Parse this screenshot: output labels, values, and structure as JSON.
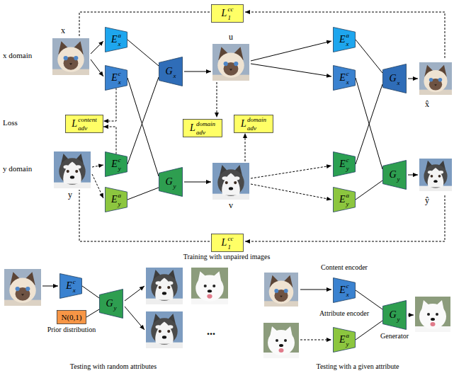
{
  "diagram": {
    "nodes": [
      {
        "text": [
          "L",
          "1",
          "cc"
        ]
      },
      {
        "text": [
          "E",
          "x",
          "a"
        ]
      },
      {
        "text": [
          "E",
          "x",
          "c"
        ]
      },
      {
        "text": [
          "G",
          "x"
        ]
      },
      {
        "text": [
          "E",
          "x",
          "a"
        ]
      },
      {
        "text": [
          "E",
          "x",
          "c"
        ]
      },
      {
        "text": [
          "G",
          "x"
        ]
      },
      {
        "text": [
          "L",
          "adv",
          "content"
        ]
      },
      {
        "text": [
          "L",
          "adv",
          "domain"
        ]
      },
      {
        "text": [
          "L",
          "adv",
          "domain"
        ]
      },
      {
        "text": [
          "E",
          "y",
          "c"
        ]
      },
      {
        "text": [
          "E",
          "y",
          "a"
        ]
      },
      {
        "text": [
          "G",
          "y"
        ]
      },
      {
        "text": [
          "E",
          "y",
          "c"
        ]
      },
      {
        "text": [
          "E",
          "y",
          "a"
        ]
      },
      {
        "text": [
          "G",
          "y"
        ]
      },
      {
        "text": [
          "L",
          "1",
          "cc"
        ]
      },
      {
        "text": [
          "E",
          "x",
          "c"
        ]
      },
      {
        "text": [
          "N(0,1)"
        ]
      },
      {
        "text": [
          "G",
          "y"
        ]
      },
      {
        "text": [
          "E",
          "x",
          "c"
        ]
      },
      {
        "text": [
          "E",
          "y",
          "a"
        ]
      },
      {
        "text": [
          "G",
          "y"
        ]
      }
    ],
    "edges": [
      {
        "from": 1,
        "to": 3,
        "arrow": "none"
      },
      {
        "from": 10,
        "to": 3,
        "arrow": "none"
      },
      {
        "from": 2,
        "to": 12,
        "arrow": "none"
      },
      {
        "from": 11,
        "to": 12,
        "arrow": "none"
      },
      {
        "from": 2,
        "to": 7,
        "arrow": "to"
      },
      {
        "from": 10,
        "to": 7,
        "arrow": "to"
      },
      {
        "from": 4,
        "to": 6,
        "arrow": "none"
      },
      {
        "from": 13,
        "to": 6,
        "arrow": "none"
      },
      {
        "from": 5,
        "to": 15,
        "arrow": "none"
      },
      {
        "from": 14,
        "to": 15,
        "arrow": "none"
      },
      {
        "from": 17,
        "to": 19,
        "arrow": "none"
      },
      {
        "from": 18,
        "to": 19,
        "arrow": "none"
      },
      {
        "from": 20,
        "to": 22,
        "arrow": "none"
      },
      {
        "from": 21,
        "to": 22,
        "arrow": "none"
      }
    ],
    "labels": [
      "x domain",
      "x",
      "u",
      "x̂",
      "Loss",
      "y domain",
      "y",
      "v",
      "ŷ",
      "Training with unpaired images",
      "Prior distribution",
      "...",
      "Content encoder",
      "Attribute encoder",
      "Generator",
      "Testing with random attributes",
      "Testing with a given attribute"
    ]
  }
}
